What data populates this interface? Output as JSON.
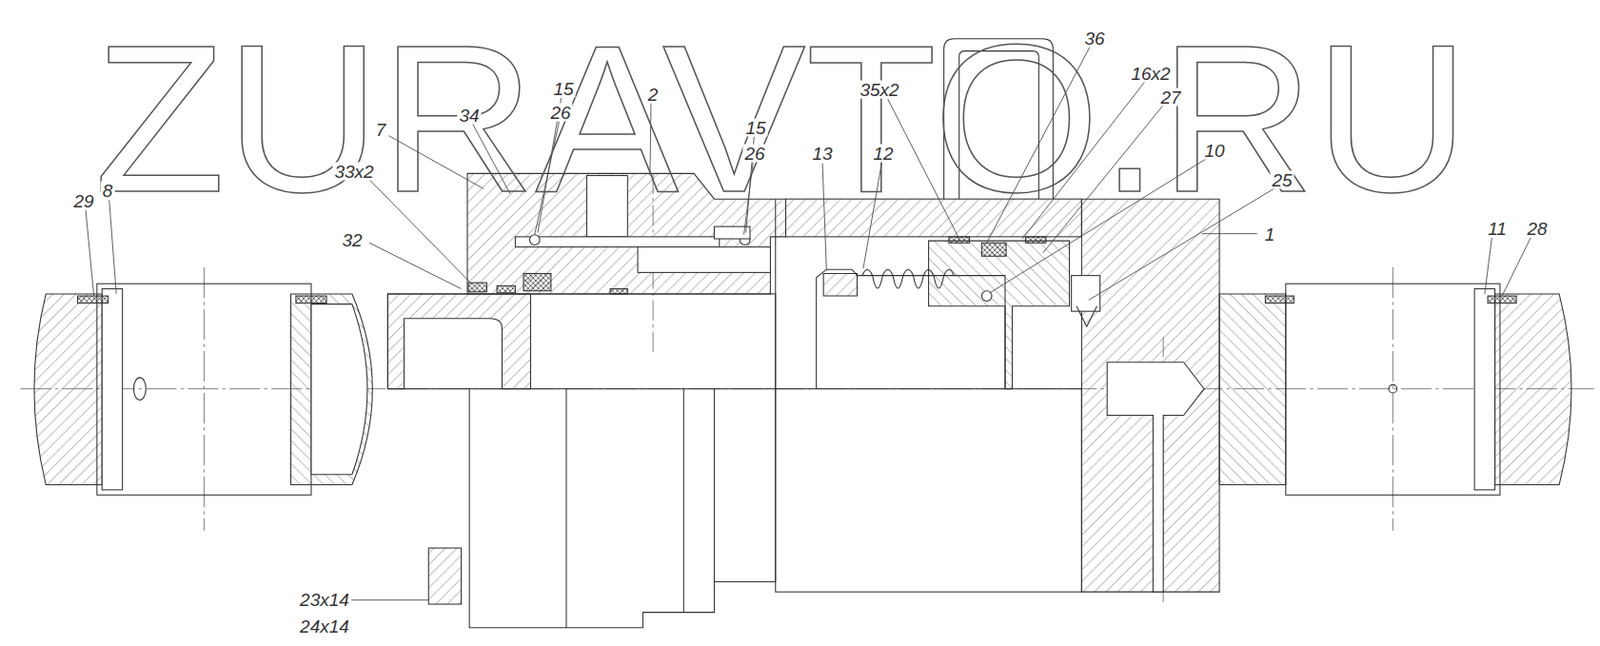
{
  "diagram": {
    "labels": [
      "ZURAVTO.RU",
      "29",
      "8",
      "33x2",
      "32",
      "7",
      "34",
      "15",
      "26",
      "2",
      "15",
      "26",
      "13",
      "12",
      "35x2",
      "36",
      "16x2",
      "27",
      "10",
      "25",
      "1",
      "11",
      "28",
      "23x14",
      "24x14"
    ]
  }
}
